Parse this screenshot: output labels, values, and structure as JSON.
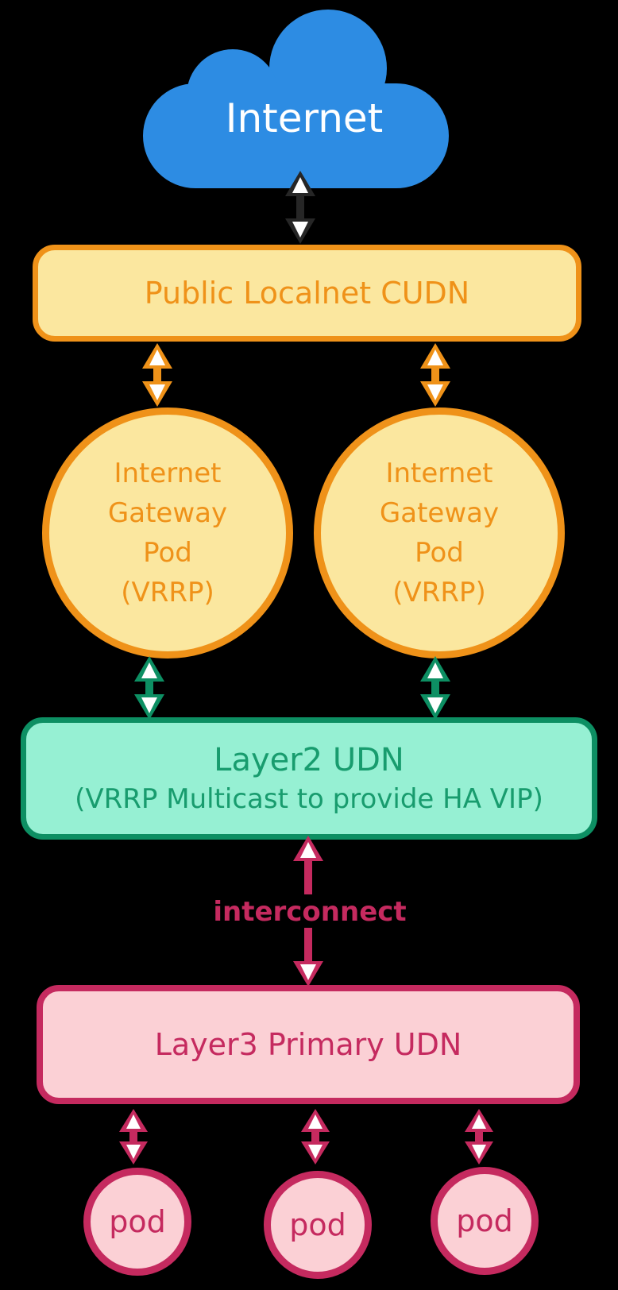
{
  "diagram": {
    "title_hint": "Kubernetes UDN internet gateway network diagram",
    "background_color": "#000000",
    "cloud": {
      "label": "Internet",
      "fill": "#2D8CE3",
      "text_color": "#FFFFFF"
    },
    "public_localnet_cudn": {
      "label": "Public Localnet CUDN",
      "fill": "#FBE79F",
      "border_color": "#EF9219",
      "text_color": "#EF9219"
    },
    "gateway_pods": [
      {
        "lines": [
          "Internet",
          "Gateway",
          "Pod",
          "(VRRP)"
        ]
      },
      {
        "lines": [
          "Internet",
          "Gateway",
          "Pod",
          "(VRRP)"
        ]
      }
    ],
    "layer2_udn": {
      "line1": "Layer2 UDN",
      "line2": "(VRRP Multicast to provide HA VIP)",
      "fill": "#96F0D3",
      "border_color": "#0D8F63",
      "text_color": "#189C6E"
    },
    "interconnect": {
      "label": "interconnect",
      "color": "#C52A5F"
    },
    "layer3_udn": {
      "label": "Layer3 Primary UDN",
      "fill": "#FBD0D5",
      "border_color": "#C52A5F",
      "text_color": "#C52A5F"
    },
    "pods": [
      {
        "label": "pod"
      },
      {
        "label": "pod"
      },
      {
        "label": "pod"
      }
    ],
    "arrow_colors": {
      "internet_to_cudn": "#262626",
      "cudn_to_gateway_pods": "#EF9219",
      "gateway_pods_to_layer2": "#0D8F63",
      "layer2_to_layer3_interconnect": "#C52A5F",
      "layer3_to_pods": "#C52A5F",
      "arrowhead_inner": "#FFFFFF"
    }
  }
}
